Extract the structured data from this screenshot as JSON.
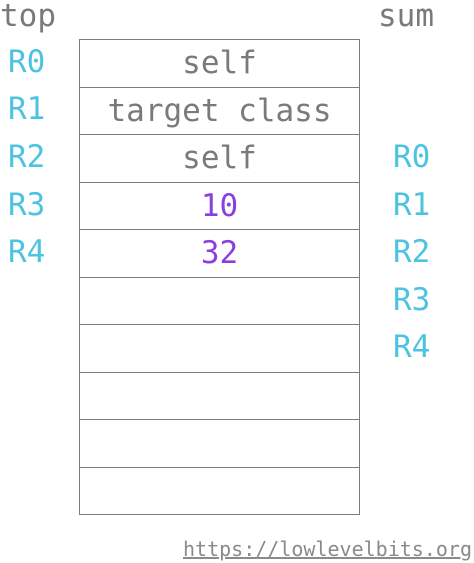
{
  "headers": {
    "left": "top",
    "right": "sum"
  },
  "left_registers": [
    "R0",
    "R1",
    "R2",
    "R3",
    "R4"
  ],
  "right_registers": [
    "R0",
    "R1",
    "R2",
    "R3",
    "R4"
  ],
  "stack_slots": [
    {
      "value": "self",
      "kind": "text"
    },
    {
      "value": "target class",
      "kind": "text"
    },
    {
      "value": "self",
      "kind": "text"
    },
    {
      "value": "10",
      "kind": "number"
    },
    {
      "value": "32",
      "kind": "number"
    },
    {
      "value": "",
      "kind": "empty"
    },
    {
      "value": "",
      "kind": "empty"
    },
    {
      "value": "",
      "kind": "empty"
    },
    {
      "value": "",
      "kind": "empty"
    },
    {
      "value": "",
      "kind": "empty"
    }
  ],
  "footer": {
    "link_text": "https://lowlevelbits.org"
  },
  "colors": {
    "register": "#4cc3e0",
    "number": "#8a3fe0",
    "text": "#7a7a7a",
    "border": "#7d7d7d"
  }
}
